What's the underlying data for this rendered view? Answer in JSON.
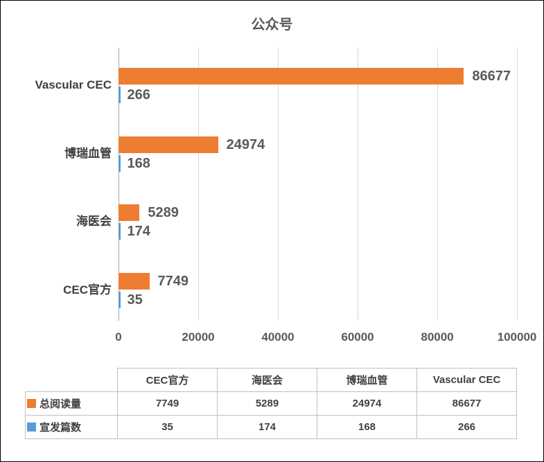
{
  "chart_data": {
    "type": "bar",
    "orientation": "horizontal",
    "title": "公众号",
    "categories": [
      "CEC官方",
      "海医会",
      "博瑞血管",
      "Vascular CEC"
    ],
    "category_display_order_top_to_bottom": [
      "Vascular CEC",
      "博瑞血管",
      "海医会",
      "CEC官方"
    ],
    "series": [
      {
        "name": "总阅读量",
        "color": "#ED7D31",
        "values": [
          7749,
          5289,
          24974,
          86677
        ]
      },
      {
        "name": "宣发篇数",
        "color": "#5B9BD5",
        "values": [
          35,
          174,
          168,
          266
        ]
      }
    ],
    "xlim": [
      0,
      100000
    ],
    "x_ticks": [
      "0",
      "20000",
      "40000",
      "60000",
      "80000",
      "100000"
    ],
    "grid": true,
    "data_labels": true,
    "legend_position": "data-table-below"
  },
  "table": {
    "corner_label": "",
    "column_headers": [
      "CEC官方",
      "海医会",
      "博瑞血管",
      "Vascular CEC"
    ],
    "rows": [
      {
        "label": "总阅读量",
        "swatch_color": "#ED7D31",
        "values": [
          "7749",
          "5289",
          "24974",
          "86677"
        ]
      },
      {
        "label": "宣发篇数",
        "swatch_color": "#5B9BD5",
        "values": [
          "35",
          "174",
          "168",
          "266"
        ]
      }
    ]
  },
  "styles": {
    "title_color": "#595959",
    "data_label_color": "#595959",
    "category_label_color": "#404040",
    "grid_color": "#D6D6D6",
    "axis_line_color": "#A6A6A6",
    "table_border_color": "#BFBFBF",
    "table_text_color": "#404040",
    "frame_border_color": "#000000"
  }
}
